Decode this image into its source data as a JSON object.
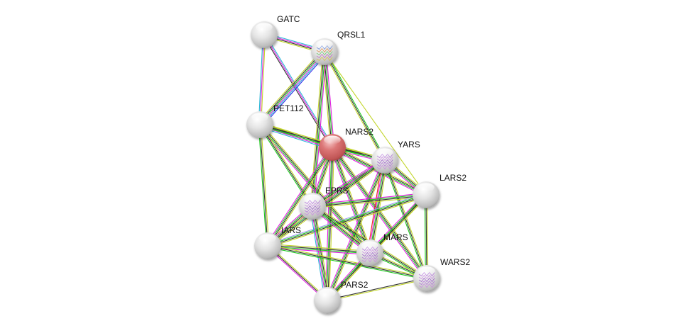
{
  "network": {
    "title": "Protein interaction network",
    "query_protein": "NARS2",
    "colors": {
      "query_node": "#d46a6a",
      "node": "#dcdcdc",
      "evidence": {
        "cyan": "#29b6d6",
        "magenta": "#e11ee1",
        "black": "#333333",
        "yellowgreen": "#c2d52a",
        "green": "#1ec81e",
        "blue": "#2a2ae8",
        "red": "#f01e1e",
        "lavender": "#9999ee"
      }
    },
    "nodes": [
      {
        "id": "GATC",
        "label": "GATC",
        "query": false,
        "structure": false
      },
      {
        "id": "QRSL1",
        "label": "QRSL1",
        "query": false,
        "structure": true
      },
      {
        "id": "PET112",
        "label": "PET112",
        "query": false,
        "structure": false
      },
      {
        "id": "NARS2",
        "label": "NARS2",
        "query": true,
        "structure": false
      },
      {
        "id": "YARS",
        "label": "YARS",
        "query": false,
        "structure": true
      },
      {
        "id": "LARS2",
        "label": "LARS2",
        "query": false,
        "structure": false
      },
      {
        "id": "EPRS",
        "label": "EPRS",
        "query": false,
        "structure": true
      },
      {
        "id": "IARS",
        "label": "IARS",
        "query": false,
        "structure": false
      },
      {
        "id": "MARS",
        "label": "MARS",
        "query": false,
        "structure": true
      },
      {
        "id": "WARS2",
        "label": "WARS2",
        "query": false,
        "structure": true
      },
      {
        "id": "PARS2",
        "label": "PARS2",
        "query": false,
        "structure": false
      }
    ],
    "edges": [
      {
        "source": "GATC",
        "target": "QRSL1",
        "evidence": [
          "cyan",
          "magenta",
          "black",
          "yellowgreen"
        ]
      },
      {
        "source": "GATC",
        "target": "PET112",
        "evidence": [
          "yellowgreen",
          "magenta",
          "cyan"
        ]
      },
      {
        "source": "GATC",
        "target": "NARS2",
        "evidence": [
          "cyan",
          "magenta",
          "black"
        ]
      },
      {
        "source": "QRSL1",
        "target": "PET112",
        "evidence": [
          "blue",
          "cyan",
          "magenta",
          "green",
          "black",
          "yellowgreen"
        ]
      },
      {
        "source": "QRSL1",
        "target": "NARS2",
        "evidence": [
          "magenta",
          "green",
          "black",
          "yellowgreen"
        ]
      },
      {
        "source": "QRSL1",
        "target": "EPRS",
        "evidence": [
          "magenta",
          "green",
          "black",
          "yellowgreen"
        ]
      },
      {
        "source": "QRSL1",
        "target": "YARS",
        "evidence": [
          "green",
          "black",
          "yellowgreen"
        ]
      },
      {
        "source": "QRSL1",
        "target": "LARS2",
        "evidence": [
          "yellowgreen"
        ]
      },
      {
        "source": "PET112",
        "target": "NARS2",
        "evidence": [
          "yellowgreen",
          "black",
          "green",
          "magenta",
          "cyan"
        ]
      },
      {
        "source": "PET112",
        "target": "YARS",
        "evidence": [
          "yellowgreen",
          "black",
          "green"
        ]
      },
      {
        "source": "PET112",
        "target": "IARS",
        "evidence": [
          "yellowgreen",
          "black",
          "green"
        ]
      },
      {
        "source": "PET112",
        "target": "MARS",
        "evidence": [
          "yellowgreen",
          "black",
          "green",
          "magenta"
        ]
      },
      {
        "source": "PET112",
        "target": "EPRS",
        "evidence": [
          "yellowgreen",
          "black",
          "green"
        ]
      },
      {
        "source": "NARS2",
        "target": "YARS",
        "evidence": [
          "yellowgreen",
          "black",
          "green",
          "magenta"
        ]
      },
      {
        "source": "NARS2",
        "target": "LARS2",
        "evidence": [
          "yellowgreen",
          "black",
          "green",
          "magenta"
        ]
      },
      {
        "source": "NARS2",
        "target": "EPRS",
        "evidence": [
          "yellowgreen",
          "black",
          "green",
          "magenta"
        ]
      },
      {
        "source": "NARS2",
        "target": "IARS",
        "evidence": [
          "yellowgreen",
          "black",
          "green",
          "magenta"
        ]
      },
      {
        "source": "NARS2",
        "target": "MARS",
        "evidence": [
          "yellowgreen",
          "black",
          "green",
          "magenta"
        ]
      },
      {
        "source": "NARS2",
        "target": "WARS2",
        "evidence": [
          "yellowgreen",
          "black",
          "green",
          "magenta"
        ]
      },
      {
        "source": "NARS2",
        "target": "PARS2",
        "evidence": [
          "yellowgreen",
          "black",
          "green",
          "magenta"
        ]
      },
      {
        "source": "YARS",
        "target": "LARS2",
        "evidence": [
          "yellowgreen",
          "black",
          "green",
          "magenta"
        ]
      },
      {
        "source": "YARS",
        "target": "EPRS",
        "evidence": [
          "yellowgreen",
          "black",
          "green",
          "magenta"
        ]
      },
      {
        "source": "YARS",
        "target": "IARS",
        "evidence": [
          "yellowgreen",
          "black",
          "green",
          "magenta"
        ]
      },
      {
        "source": "YARS",
        "target": "MARS",
        "evidence": [
          "yellowgreen",
          "black",
          "green",
          "magenta",
          "red"
        ]
      },
      {
        "source": "YARS",
        "target": "WARS2",
        "evidence": [
          "yellowgreen",
          "black",
          "green"
        ]
      },
      {
        "source": "YARS",
        "target": "PARS2",
        "evidence": [
          "yellowgreen",
          "black",
          "green",
          "magenta"
        ]
      },
      {
        "source": "LARS2",
        "target": "EPRS",
        "evidence": [
          "yellowgreen",
          "black",
          "green",
          "magenta"
        ]
      },
      {
        "source": "LARS2",
        "target": "IARS",
        "evidence": [
          "yellowgreen",
          "black",
          "green",
          "lavender"
        ]
      },
      {
        "source": "LARS2",
        "target": "MARS",
        "evidence": [
          "yellowgreen",
          "black",
          "green",
          "magenta"
        ]
      },
      {
        "source": "LARS2",
        "target": "WARS2",
        "evidence": [
          "yellowgreen",
          "black",
          "green"
        ]
      },
      {
        "source": "LARS2",
        "target": "PARS2",
        "evidence": [
          "yellowgreen",
          "black",
          "green"
        ]
      },
      {
        "source": "EPRS",
        "target": "IARS",
        "evidence": [
          "yellowgreen",
          "black",
          "green",
          "magenta"
        ]
      },
      {
        "source": "EPRS",
        "target": "MARS",
        "evidence": [
          "yellowgreen",
          "black",
          "green",
          "magenta"
        ]
      },
      {
        "source": "EPRS",
        "target": "WARS2",
        "evidence": [
          "yellowgreen",
          "black",
          "green"
        ]
      },
      {
        "source": "EPRS",
        "target": "PARS2",
        "evidence": [
          "yellowgreen",
          "black",
          "green",
          "magenta",
          "cyan"
        ]
      },
      {
        "source": "IARS",
        "target": "MARS",
        "evidence": [
          "yellowgreen",
          "black",
          "green",
          "magenta"
        ]
      },
      {
        "source": "IARS",
        "target": "WARS2",
        "evidence": [
          "yellowgreen",
          "black",
          "green"
        ]
      },
      {
        "source": "IARS",
        "target": "PARS2",
        "evidence": [
          "yellowgreen",
          "black",
          "magenta"
        ]
      },
      {
        "source": "MARS",
        "target": "WARS2",
        "evidence": [
          "yellowgreen",
          "black",
          "green"
        ]
      },
      {
        "source": "MARS",
        "target": "PARS2",
        "evidence": [
          "yellowgreen",
          "black",
          "green",
          "magenta"
        ]
      },
      {
        "source": "WARS2",
        "target": "PARS2",
        "evidence": [
          "yellowgreen",
          "black"
        ]
      }
    ]
  }
}
